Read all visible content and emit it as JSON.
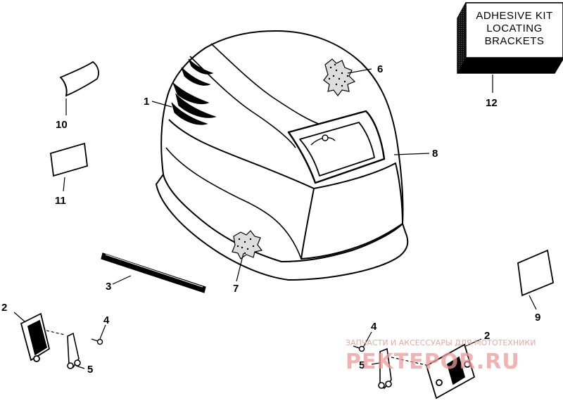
{
  "callouts": {
    "c1": "1",
    "c2a": "2",
    "c2b": "2",
    "c3": "3",
    "c4a": "4",
    "c4b": "4",
    "c5a": "5",
    "c5b": "5",
    "c6": "6",
    "c7": "7",
    "c8": "8",
    "c9": "9",
    "c10": "10",
    "c11": "11",
    "c12": "12"
  },
  "kit_box": {
    "line1": "ADHESIVE KIT",
    "line2": "LOCATING",
    "line3": "BRACKETS"
  },
  "watermark": {
    "top": "ЗАПЧАСТИ И АКСЕССУАРЫ ДЛЯ МОТОТЕХНИКИ",
    "main": "PEKTEPOR.RU"
  }
}
